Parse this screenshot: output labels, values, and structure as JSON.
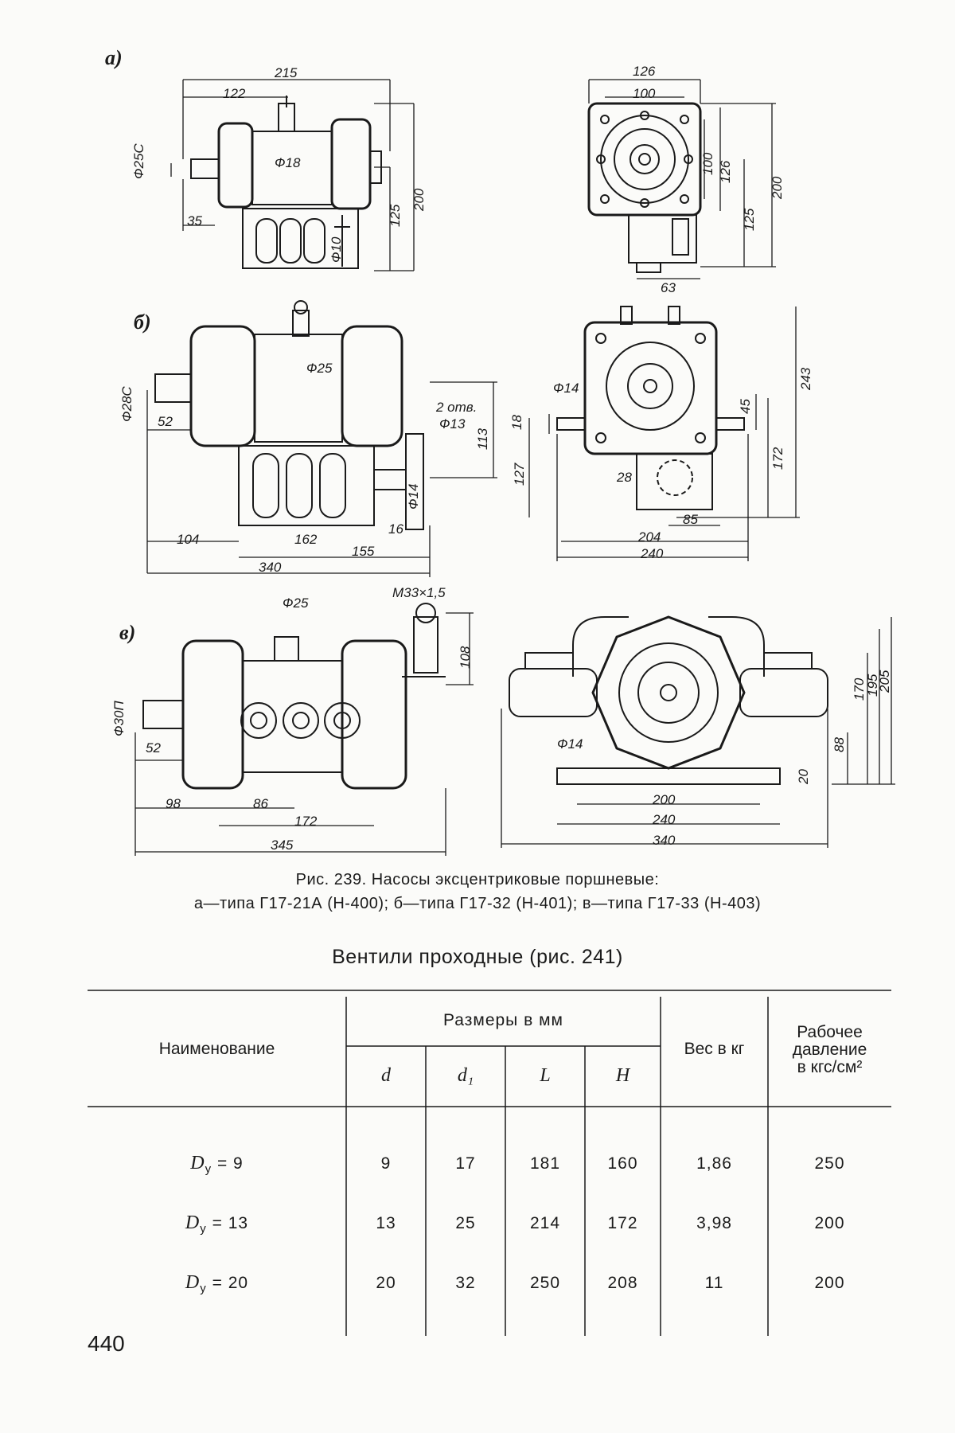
{
  "figure": {
    "panel_labels": [
      "а)",
      "б)",
      "в)"
    ],
    "dims_a": [
      "215",
      "122",
      "Ф25С",
      "Ф18",
      "35",
      "125",
      "200",
      "Ф10",
      "126",
      "100",
      "100",
      "126",
      "125",
      "200",
      "63"
    ],
    "dims_b": [
      "Ф28С",
      "52",
      "Ф25",
      "2 отв.",
      "Ф13",
      "113",
      "Ф14",
      "16",
      "104",
      "162",
      "155",
      "340",
      "Ф14",
      "18",
      "127",
      "45",
      "243",
      "172",
      "28",
      "85",
      "204",
      "240"
    ],
    "dims_c": [
      "Ф25",
      "М33×1,5",
      "108",
      "Ф30П",
      "52",
      "98",
      "86",
      "172",
      "345",
      "Ф14",
      "170",
      "195",
      "205",
      "88",
      "20",
      "200",
      "240",
      "340"
    ]
  },
  "caption": {
    "line1": "Рис. 239. Насосы эксцентриковые поршневые:",
    "line2": "а—типа Г17-21А (Н-400); б—типа Г17-32 (Н-401); в—типа Г17-33 (Н-403)"
  },
  "table": {
    "title": "Вентили проходные (рис. 241)",
    "headers": {
      "name": "Наименование",
      "sizes_group": "Размеры в мм",
      "d": "d",
      "d1": "d₁",
      "L": "L",
      "H": "H",
      "weight": "Вес в кг",
      "pressure_1": "Рабочее",
      "pressure_2": "давление",
      "pressure_3": "в кгс/см²"
    },
    "rows": [
      {
        "name_sym": "D",
        "name_sub": "у",
        "name_val": " = 9",
        "d": "9",
        "d1": "17",
        "L": "181",
        "H": "160",
        "weight": "1,86",
        "pressure": "250"
      },
      {
        "name_sym": "D",
        "name_sub": "у",
        "name_val": " = 13",
        "d": "13",
        "d1": "25",
        "L": "214",
        "H": "172",
        "weight": "3,98",
        "pressure": "200"
      },
      {
        "name_sym": "D",
        "name_sub": "у",
        "name_val": " = 20",
        "d": "20",
        "d1": "32",
        "L": "250",
        "H": "208",
        "weight": "11",
        "pressure": "200"
      }
    ]
  },
  "page_number": "440"
}
